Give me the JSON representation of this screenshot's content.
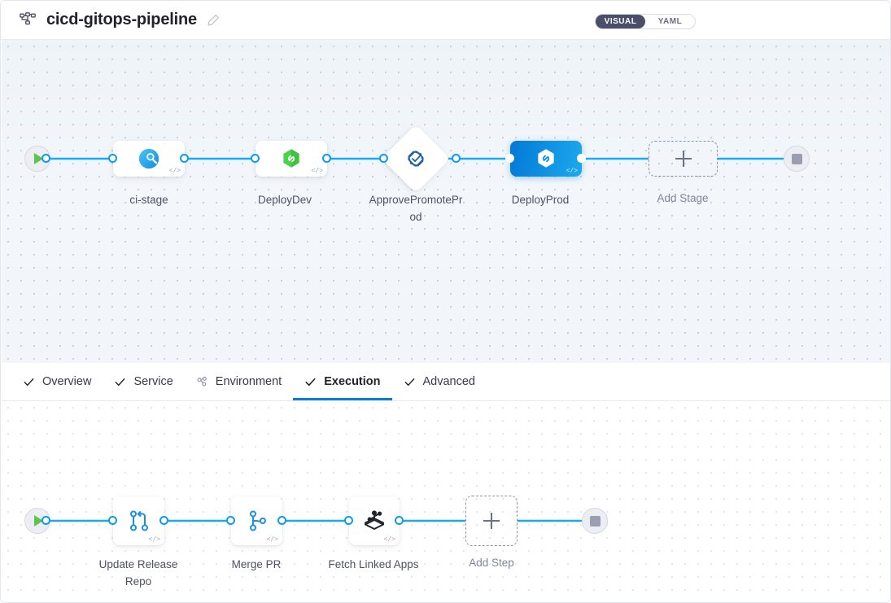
{
  "header": {
    "icon": "pipeline-icon",
    "title": "cicd-gitops-pipeline",
    "edit_icon": "edit-pencil-icon",
    "view_toggle": {
      "options": [
        "VISUAL",
        "YAML"
      ],
      "selected": "VISUAL"
    }
  },
  "stage_canvas": {
    "start_node": {
      "icon": "play-icon",
      "label": ""
    },
    "end_node": {
      "icon": "stop-icon",
      "label": ""
    },
    "stages": [
      {
        "label": "ci-stage",
        "icon": "ci-build-icon",
        "type": "card",
        "selected": false,
        "code_glyph": "</>"
      },
      {
        "label": "DeployDev",
        "icon": "cd-deploy-icon",
        "type": "card",
        "selected": false,
        "code_glyph": "</>"
      },
      {
        "label": "ApprovePromoteProd",
        "icon": "approval-icon",
        "type": "diamond",
        "selected": false,
        "code_glyph": ""
      },
      {
        "label": "DeployProd",
        "icon": "cd-deploy-icon",
        "type": "card",
        "selected": true,
        "code_glyph": "</>"
      }
    ],
    "add_stage": {
      "label": "Add Stage",
      "icon": "plus-icon"
    }
  },
  "tabs": [
    {
      "label": "Overview",
      "icon": "check-icon",
      "active": false
    },
    {
      "label": "Service",
      "icon": "check-icon",
      "active": false
    },
    {
      "label": "Environment",
      "icon": "environment-icon",
      "active": false
    },
    {
      "label": "Execution",
      "icon": "check-icon",
      "active": true
    },
    {
      "label": "Advanced",
      "icon": "check-icon",
      "active": false
    }
  ],
  "step_canvas": {
    "start_node": {
      "icon": "play-icon"
    },
    "end_node": {
      "icon": "stop-icon"
    },
    "steps": [
      {
        "label": "Update Release Repo",
        "icon": "git-merge-icon",
        "code_glyph": "</>"
      },
      {
        "label": "Merge PR",
        "icon": "git-branch-icon",
        "code_glyph": "</>"
      },
      {
        "label": "Fetch Linked Apps",
        "icon": "harness-node-icon",
        "code_glyph": "</>"
      }
    ],
    "add_step": {
      "label": "Add Step",
      "icon": "plus-icon"
    }
  },
  "colors": {
    "accent_blue": "#0c7bd4",
    "edge_blue": "#1aabef",
    "selected_gradient_from": "#0379d6",
    "selected_gradient_to": "#1ba9ee",
    "toggle_active_bg": "#4a4e69",
    "play_green": "#5fc44b",
    "canvas_bg": "#f2f6fa"
  }
}
